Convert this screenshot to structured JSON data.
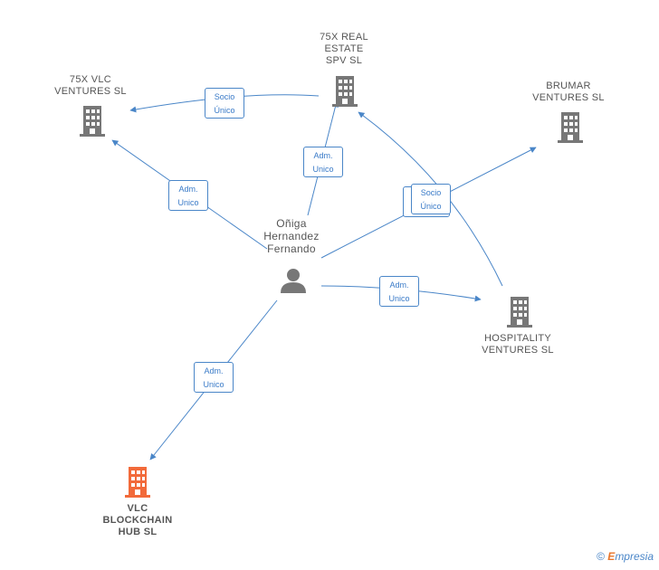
{
  "nodes": {
    "real_estate": "75X REAL\nESTATE\nSPV  SL",
    "vlc_ventures": "75X VLC\nVENTURES  SL",
    "brumar": "BRUMAR\nVENTURES  SL",
    "person": "Oñiga\nHernandez\nFernando",
    "hospitality": "HOSPITALITY\nVENTURES  SL",
    "blockchain": "VLC\nBLOCKCHAIN\nHUB  SL"
  },
  "edges": {
    "socio_real_to_vlc": "Socio\nÚnico",
    "adm_person_to_real": "Adm.\nUnico",
    "adm_person_to_vlc": "Adm.\nUnico",
    "socio_hosp_to_brumar": "Socio\nÚnico",
    "adm_person_to_hosp": "Adm.\nUnico",
    "adm_person_to_blockchain": "Adm.\nUnico"
  },
  "colors": {
    "edge": "#4a86c8",
    "building": "#777777",
    "building_highlight": "#f26a3a"
  },
  "watermark": {
    "symbol": "©",
    "brand_initial": "E",
    "brand_rest": "mpresia"
  }
}
